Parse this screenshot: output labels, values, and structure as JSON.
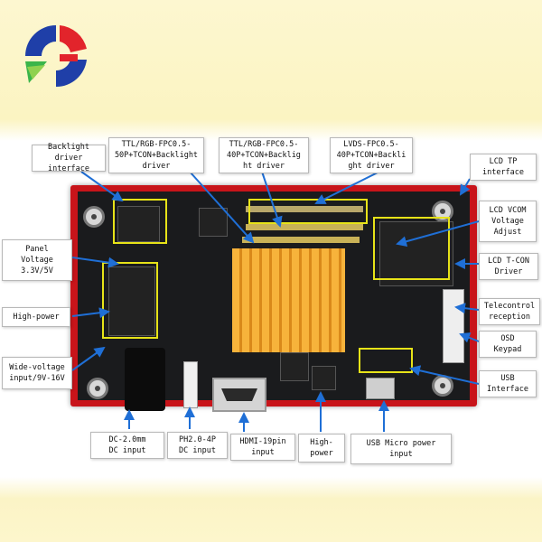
{
  "colors": {
    "board": "#c8141a",
    "heatsink": "#f2a423",
    "highlight": "#e7e318",
    "arrow": "#1f6fd6"
  },
  "labels": {
    "backlight_driver": "Backlight driver\ninterface",
    "ttl_50p": "TTL/RGB-FPC0.5-\n50P+TCON+Backlight\ndriver",
    "ttl_40p": "TTL/RGB-FPC0.5-\n40P+TCON+Backlig\nht driver",
    "lvds_40p": "LVDS-FPC0.5-\n40P+TCON+Backli\nght driver",
    "lcd_tp": "LCD TP\ninterface",
    "lcd_vcom": "LCD VCOM\nVoltage\nAdjust",
    "panel_voltage": "Panel\nVoltage\n3.3V/5V",
    "lcd_tcon": "LCD T-CON\nDriver",
    "high_power_left": "High-power",
    "telecontrol": "Telecontrol\nreception",
    "osd_keypad": "OSD\nKeypad",
    "wide_voltage": "Wide-voltage\ninput/9V-16V",
    "usb_interface": "USB\nInterface",
    "dc_input": "DC-2.0mm\nDC input",
    "ph_input": "PH2.0-4P\nDC input",
    "hdmi": "HDMI-19pin\ninput",
    "high_power_bottom": "High-\npower",
    "usb_micro": "USB Micro power\ninput"
  }
}
